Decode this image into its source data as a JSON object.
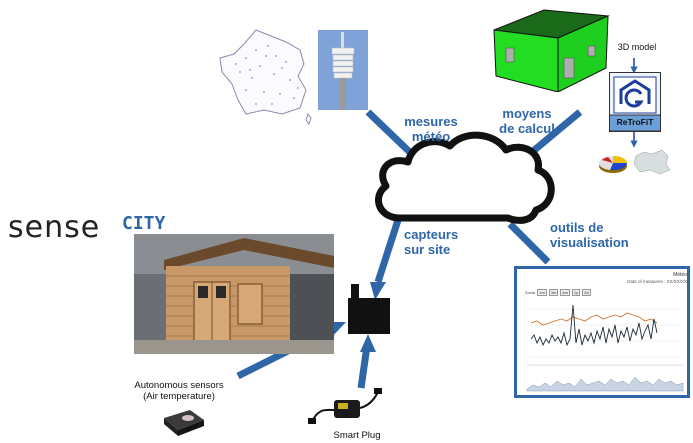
{
  "logo": {
    "main": "sense",
    "accent": "CITY"
  },
  "labels": {
    "weather_measures": [
      "mesures",
      "météo"
    ],
    "computing_means": [
      "moyens",
      "de calcul"
    ],
    "site_sensors": [
      "capteurs",
      "sur site"
    ],
    "visualisation_tools": [
      "outils de",
      "visualisation"
    ]
  },
  "model": {
    "title": "3D model",
    "retrofit": "ReTroFiT"
  },
  "captions": {
    "autonomous_sensors": [
      "Autonomous sensors",
      "(Air temperature)"
    ],
    "smart_plug": "Smart Plug"
  },
  "chart": {
    "title": "Météo",
    "subtitle": "Date of measures : XX/XX/XX",
    "zoom_label": "Zoom",
    "zoom_buttons": [
      "1m",
      "3m",
      "6m",
      "1y",
      "All"
    ]
  },
  "colors": {
    "arrow_blue": "#2e66a8",
    "cloud_fill": "#ffffff",
    "house_green": "#22dd22"
  }
}
